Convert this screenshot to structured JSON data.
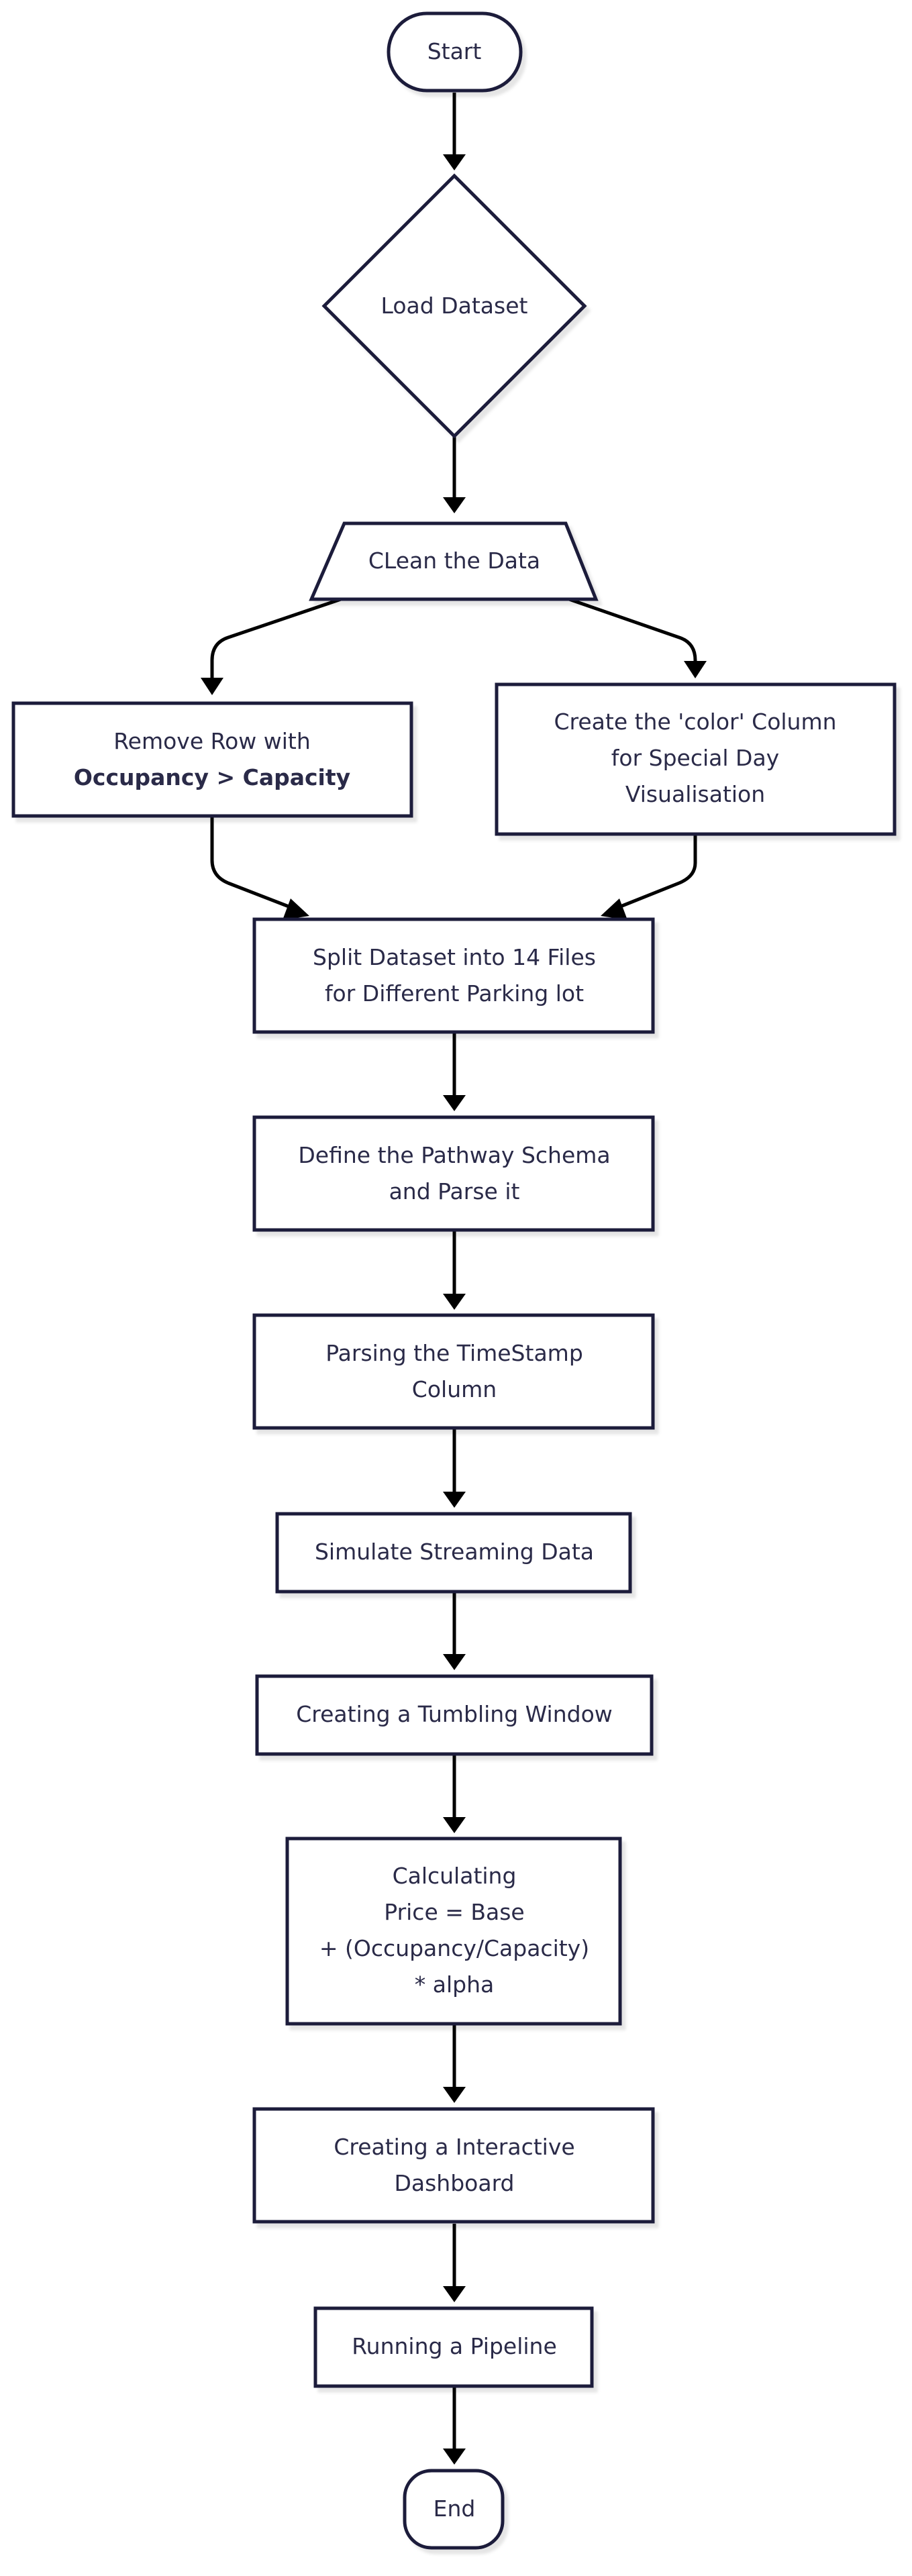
{
  "diagram": {
    "nodes": {
      "start": {
        "lines": [
          "Start"
        ]
      },
      "load": {
        "lines": [
          "Load Dataset"
        ]
      },
      "clean": {
        "lines": [
          "CLean the Data"
        ]
      },
      "remove": {
        "lines": [
          "Remove Row with",
          "Occupancy > Capacity"
        ]
      },
      "color": {
        "lines": [
          "Create the 'color' Column",
          "for Special Day",
          "Visualisation"
        ]
      },
      "split": {
        "lines": [
          "Split Dataset into 14 Files",
          "for Different Parking lot"
        ]
      },
      "schema": {
        "lines": [
          "Define the Pathway Schema",
          "and Parse it"
        ]
      },
      "timestamp": {
        "lines": [
          "Parsing the TimeStamp",
          "Column"
        ]
      },
      "stream": {
        "lines": [
          "Simulate Streaming Data"
        ]
      },
      "window": {
        "lines": [
          "Creating a Tumbling Window"
        ]
      },
      "price": {
        "lines": [
          "Calculating",
          "Price = Base",
          "+ (Occupancy/Capacity)",
          "* alpha"
        ]
      },
      "dashboard": {
        "lines": [
          "Creating a Interactive",
          "Dashboard"
        ]
      },
      "pipeline": {
        "lines": [
          "Running a Pipeline"
        ]
      },
      "end": {
        "lines": [
          "End"
        ]
      }
    }
  }
}
